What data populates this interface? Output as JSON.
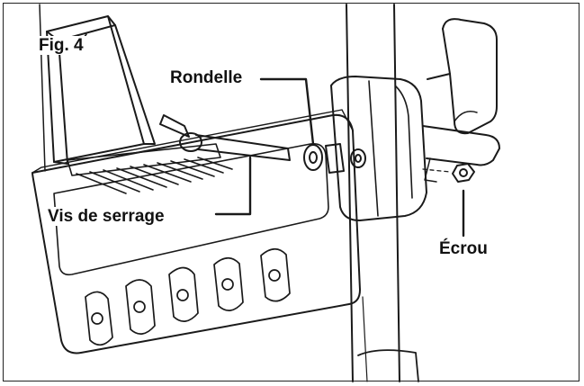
{
  "figure": {
    "title": "Fig. 4",
    "callouts": {
      "washer": "Rondelle",
      "clamp_screw": "Vis de serrage",
      "nut": "Écrou"
    }
  }
}
